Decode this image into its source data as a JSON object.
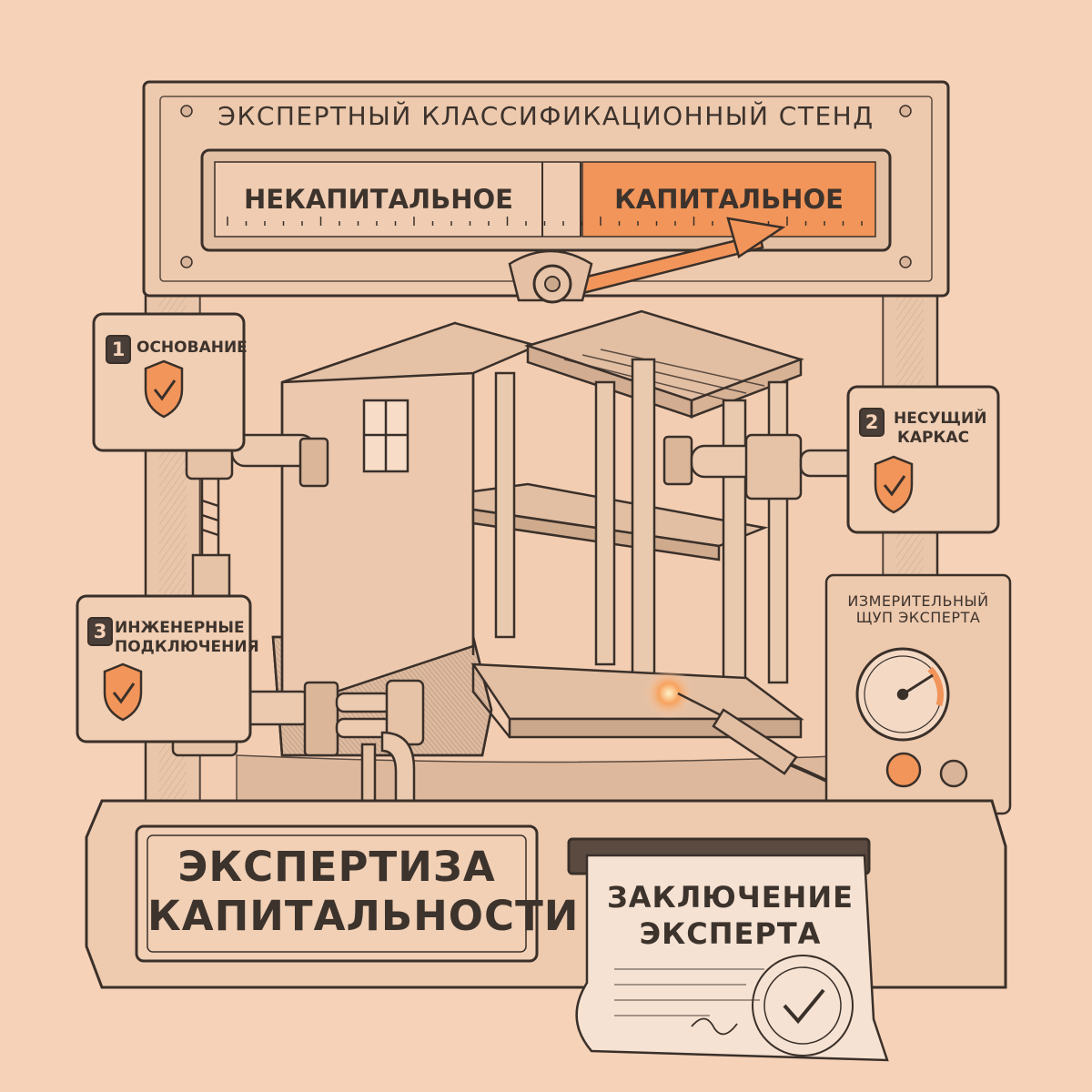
{
  "stand": {
    "title": "Экспертный классификационный стенд",
    "scale": {
      "left_label": "Некапитальное",
      "right_label": "Капитальное",
      "selected": "right"
    }
  },
  "criteria": [
    {
      "number": "1",
      "label_lines": [
        "Основание"
      ],
      "status": "checked"
    },
    {
      "number": "2",
      "label_lines": [
        "Несущий",
        "каркас"
      ],
      "status": "checked"
    },
    {
      "number": "3",
      "label_lines": [
        "Инженерные",
        "подключения"
      ],
      "status": "checked"
    }
  ],
  "probe": {
    "label_lines": [
      "Измерительный",
      "щуп эксперта"
    ]
  },
  "base": {
    "title_lines": [
      "Экспертиза",
      "капитальности"
    ]
  },
  "report": {
    "title_lines": [
      "Заключение",
      "эксперта"
    ]
  },
  "colors": {
    "accent": "#f2955a",
    "accent_dark": "#e07a3b",
    "background": "#f6d2b8",
    "ink": "#3a302a",
    "metal": "#e8c4a8"
  }
}
